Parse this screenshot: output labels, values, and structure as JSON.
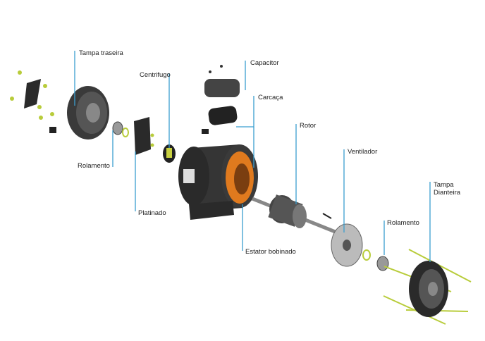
{
  "labels": {
    "tampa_traseira": "Tampa traseira",
    "centrifugo": "Centrifugo",
    "capacitor": "Capacitor",
    "carcaca": "Carcaça",
    "rotor": "Rotor",
    "ventilador": "Ventilador",
    "rolamento_traseiro": "Rolamento",
    "platinado": "Platinado",
    "estator": "Estator bobinado",
    "rolamento_dianteiro": "Rolamento",
    "tampa_dianteira_1": "Tampa",
    "tampa_dianteira_2": "Dianteira"
  },
  "colors": {
    "leader": "#3a9fd0",
    "bolt": "#b8cc3a",
    "body": "#2e2e2e",
    "winding": "#e07a1e"
  }
}
